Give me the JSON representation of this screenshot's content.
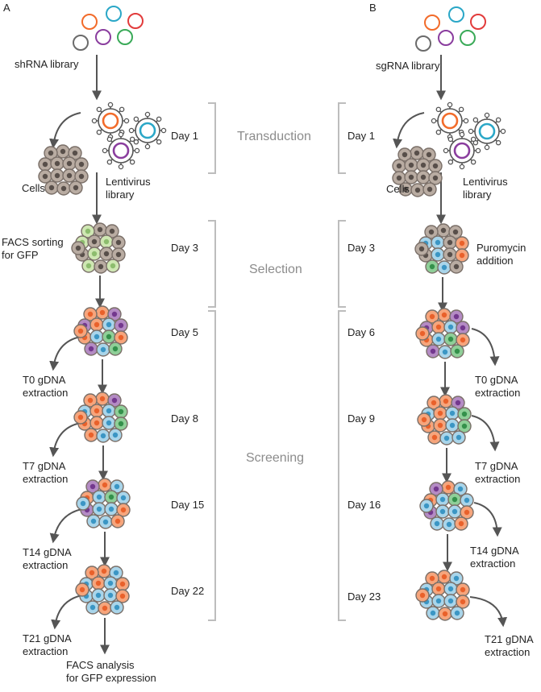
{
  "panels": [
    {
      "letter": "A",
      "library": "shRNA library",
      "cells": "Cells",
      "virus": "Lentivirus\nlibrary",
      "days": [
        "Day 1",
        "Day 3",
        "Day 5",
        "Day 8",
        "Day 15",
        "Day 22"
      ],
      "selection": "FACS sorting\nfor GFP",
      "extractions": [
        "T0 gDNA\nextraction",
        "T7 gDNA\nextraction",
        "T14 gDNA\nextraction",
        "T21 gDNA\nextraction"
      ],
      "final": "FACS analysis\nfor GFP expression"
    },
    {
      "letter": "B",
      "library": "sgRNA library",
      "cells": "Cells",
      "virus": "Lentivirus\nlibrary",
      "days": [
        "Day 1",
        "Day 3",
        "Day 6",
        "Day 9",
        "Day 16",
        "Day 23"
      ],
      "selection": "Puromycin\naddition",
      "extractions": [
        "T0 gDNA\nextraction",
        "T7 gDNA\nextraction",
        "T14 gDNA\nextraction",
        "T21 gDNA\nextraction"
      ]
    }
  ],
  "stages": [
    "Transduction",
    "Selection",
    "Screening"
  ],
  "colors": {
    "orange": "#f26b2a",
    "teal": "#2aa7c7",
    "red": "#e23b3b",
    "purple": "#8a3d9e",
    "green": "#3aaa58",
    "gray": "#6b6b6b",
    "arrow": "#555555",
    "bracket": "#bdbdbd",
    "cell": "#b8aaa0"
  }
}
